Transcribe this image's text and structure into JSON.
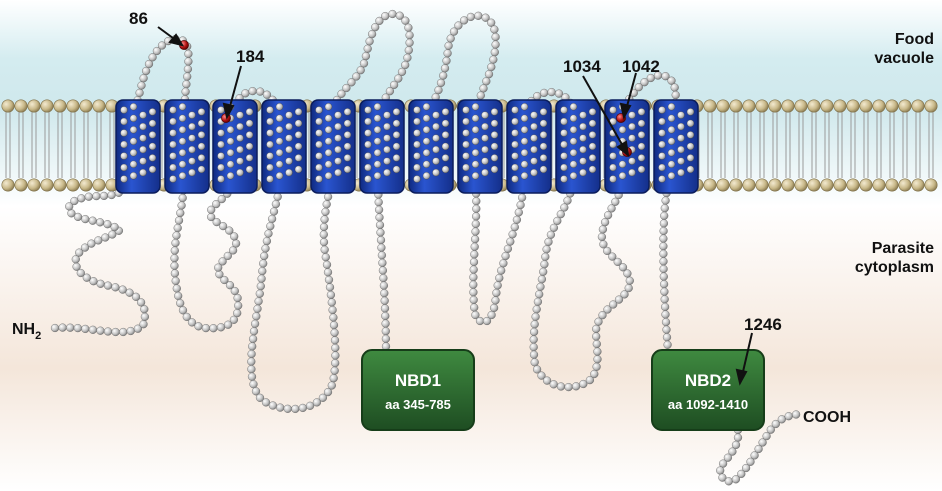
{
  "regions": {
    "food_vacuole": [
      "Food",
      "vacuole"
    ],
    "parasite_cytoplasm": [
      "Parasite",
      "cytoplasm"
    ]
  },
  "termini": {
    "n": "NH",
    "n_sub": "2",
    "c": "COOH"
  },
  "residues": [
    {
      "label": "86"
    },
    {
      "label": "184"
    },
    {
      "label": "1034"
    },
    {
      "label": "1042"
    },
    {
      "label": "1246"
    }
  ],
  "domains": [
    {
      "name": "NBD1",
      "range": "aa 345-785"
    },
    {
      "name": "NBD2",
      "range": "aa 1092-1410"
    }
  ],
  "colors": {
    "helix": "#1c3fae",
    "nbd": "#2f6b32",
    "bead": "#c8c8c8",
    "mutation": "#b01010",
    "lipid_head": "#c9b98a",
    "vacuole_bg": "#cde8ee",
    "cytoplasm_bg": "#f3e4d8"
  }
}
